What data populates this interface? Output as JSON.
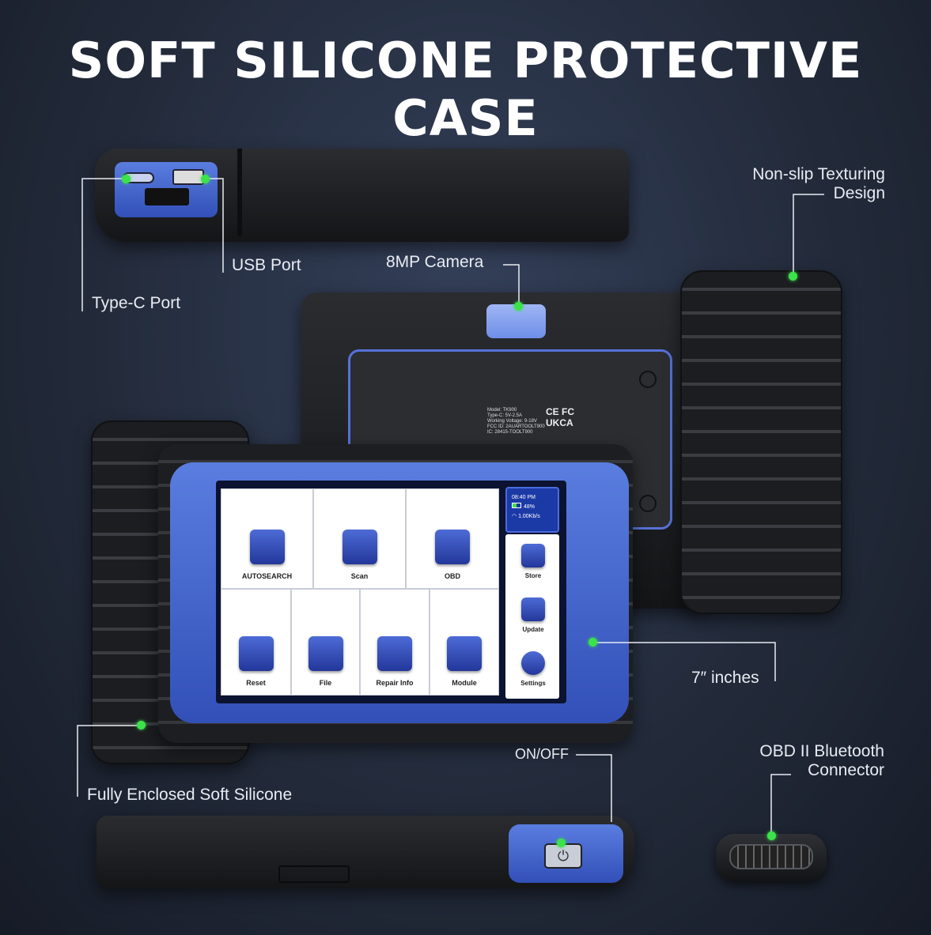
{
  "title": "SOFT SILICONE PROTECTIVE CASE",
  "callouts": {
    "type_c": "Type-C Port",
    "usb": "USB Port",
    "camera": "8MP Camera",
    "texture_line1": "Non-slip Texturing",
    "texture_line2": "Design",
    "screen_size": "7″ inches",
    "silicone": "Fully Enclosed Soft Silicone",
    "power": "ON/OFF",
    "obd_line1": "OBD II Bluetooth",
    "obd_line2": "Connector"
  },
  "back_label": {
    "lines": [
      "Model: TK900",
      "Type-C: 5V-2.5A",
      "Working Voltage: 9-18V",
      "FCC ID: 2AUARTOOLT900",
      "IC: 28415-TOOLT900"
    ],
    "marks": "CE FC UKCA"
  },
  "screen": {
    "status": {
      "time": "08:40 PM",
      "battery": "48%",
      "speed": "1.00Kb/s"
    },
    "tiles_row1": [
      "AUTOSEARCH",
      "Scan",
      "OBD"
    ],
    "tiles_row2": [
      "Reset",
      "File",
      "Repair Info",
      "Module"
    ],
    "sidebar": [
      "Store",
      "Update",
      "Settings"
    ]
  },
  "colors": {
    "accent": "#3e5fcf",
    "callout_dot": "#3ce24a"
  }
}
